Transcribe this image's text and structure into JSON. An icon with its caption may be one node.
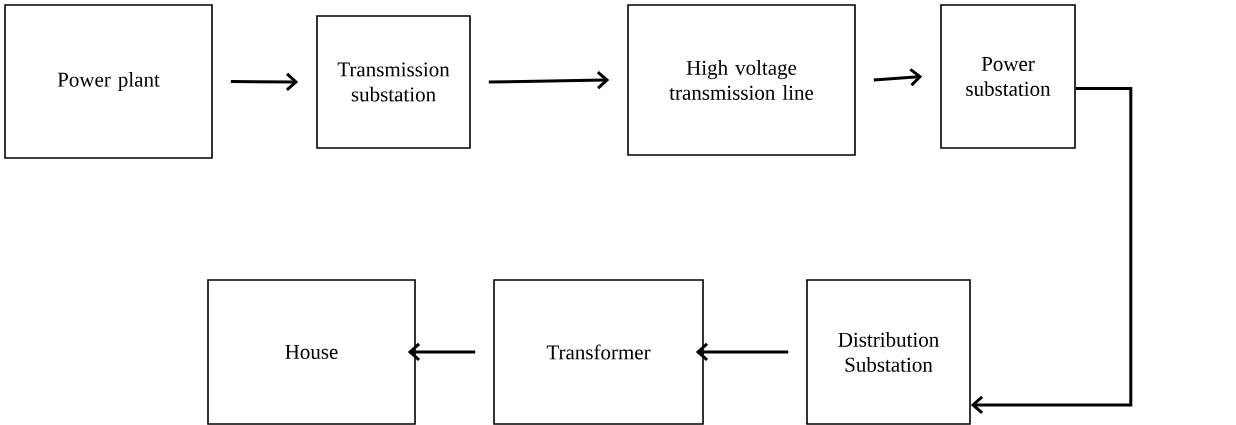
{
  "diagram": {
    "nodes": [
      {
        "text": [
          "Power plant"
        ]
      },
      {
        "text": [
          "Transmission substation"
        ]
      },
      {
        "text": [
          "High voltage transmission line"
        ]
      },
      {
        "text": [
          "Power substation"
        ]
      },
      {
        "text": [
          "Distribution Substation"
        ]
      },
      {
        "text": [
          "Transformer"
        ]
      },
      {
        "text": [
          "House"
        ]
      }
    ],
    "edges": [
      {
        "from": 0,
        "to": 1,
        "arrow": "to"
      },
      {
        "from": 1,
        "to": 2,
        "arrow": "to"
      },
      {
        "from": 2,
        "to": 3,
        "arrow": "to"
      },
      {
        "from": 3,
        "to": 4,
        "arrow": "to"
      },
      {
        "from": 4,
        "to": 5,
        "arrow": "to"
      },
      {
        "from": 5,
        "to": 6,
        "arrow": "to"
      }
    ]
  }
}
